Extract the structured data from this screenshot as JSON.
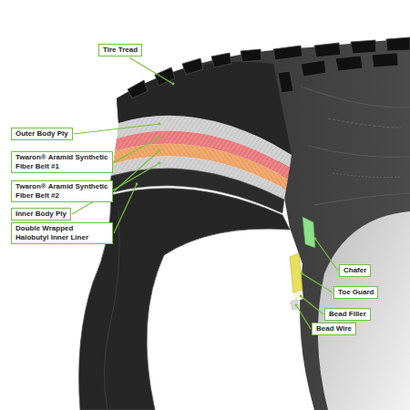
{
  "diagram": {
    "nodes": [
      {
        "text": [
          "Tire Tread"
        ]
      },
      {
        "text": [
          "Outer Body Ply"
        ]
      },
      {
        "text": [
          "Twaron® Aramid Synthetic Fiber Belt #1"
        ]
      },
      {
        "text": [
          "Twaron® Aramid Synthetic Fiber Belt #2"
        ]
      },
      {
        "text": [
          "Inner Body Ply"
        ]
      },
      {
        "text": [
          "Double Wrapped Halobutyl Inner Liner"
        ]
      },
      {
        "text": [
          "Chafer"
        ]
      },
      {
        "text": [
          "Toe Guard"
        ]
      },
      {
        "text": [
          "Bead Filler"
        ]
      },
      {
        "text": [
          "Bead Wire"
        ]
      }
    ]
  }
}
